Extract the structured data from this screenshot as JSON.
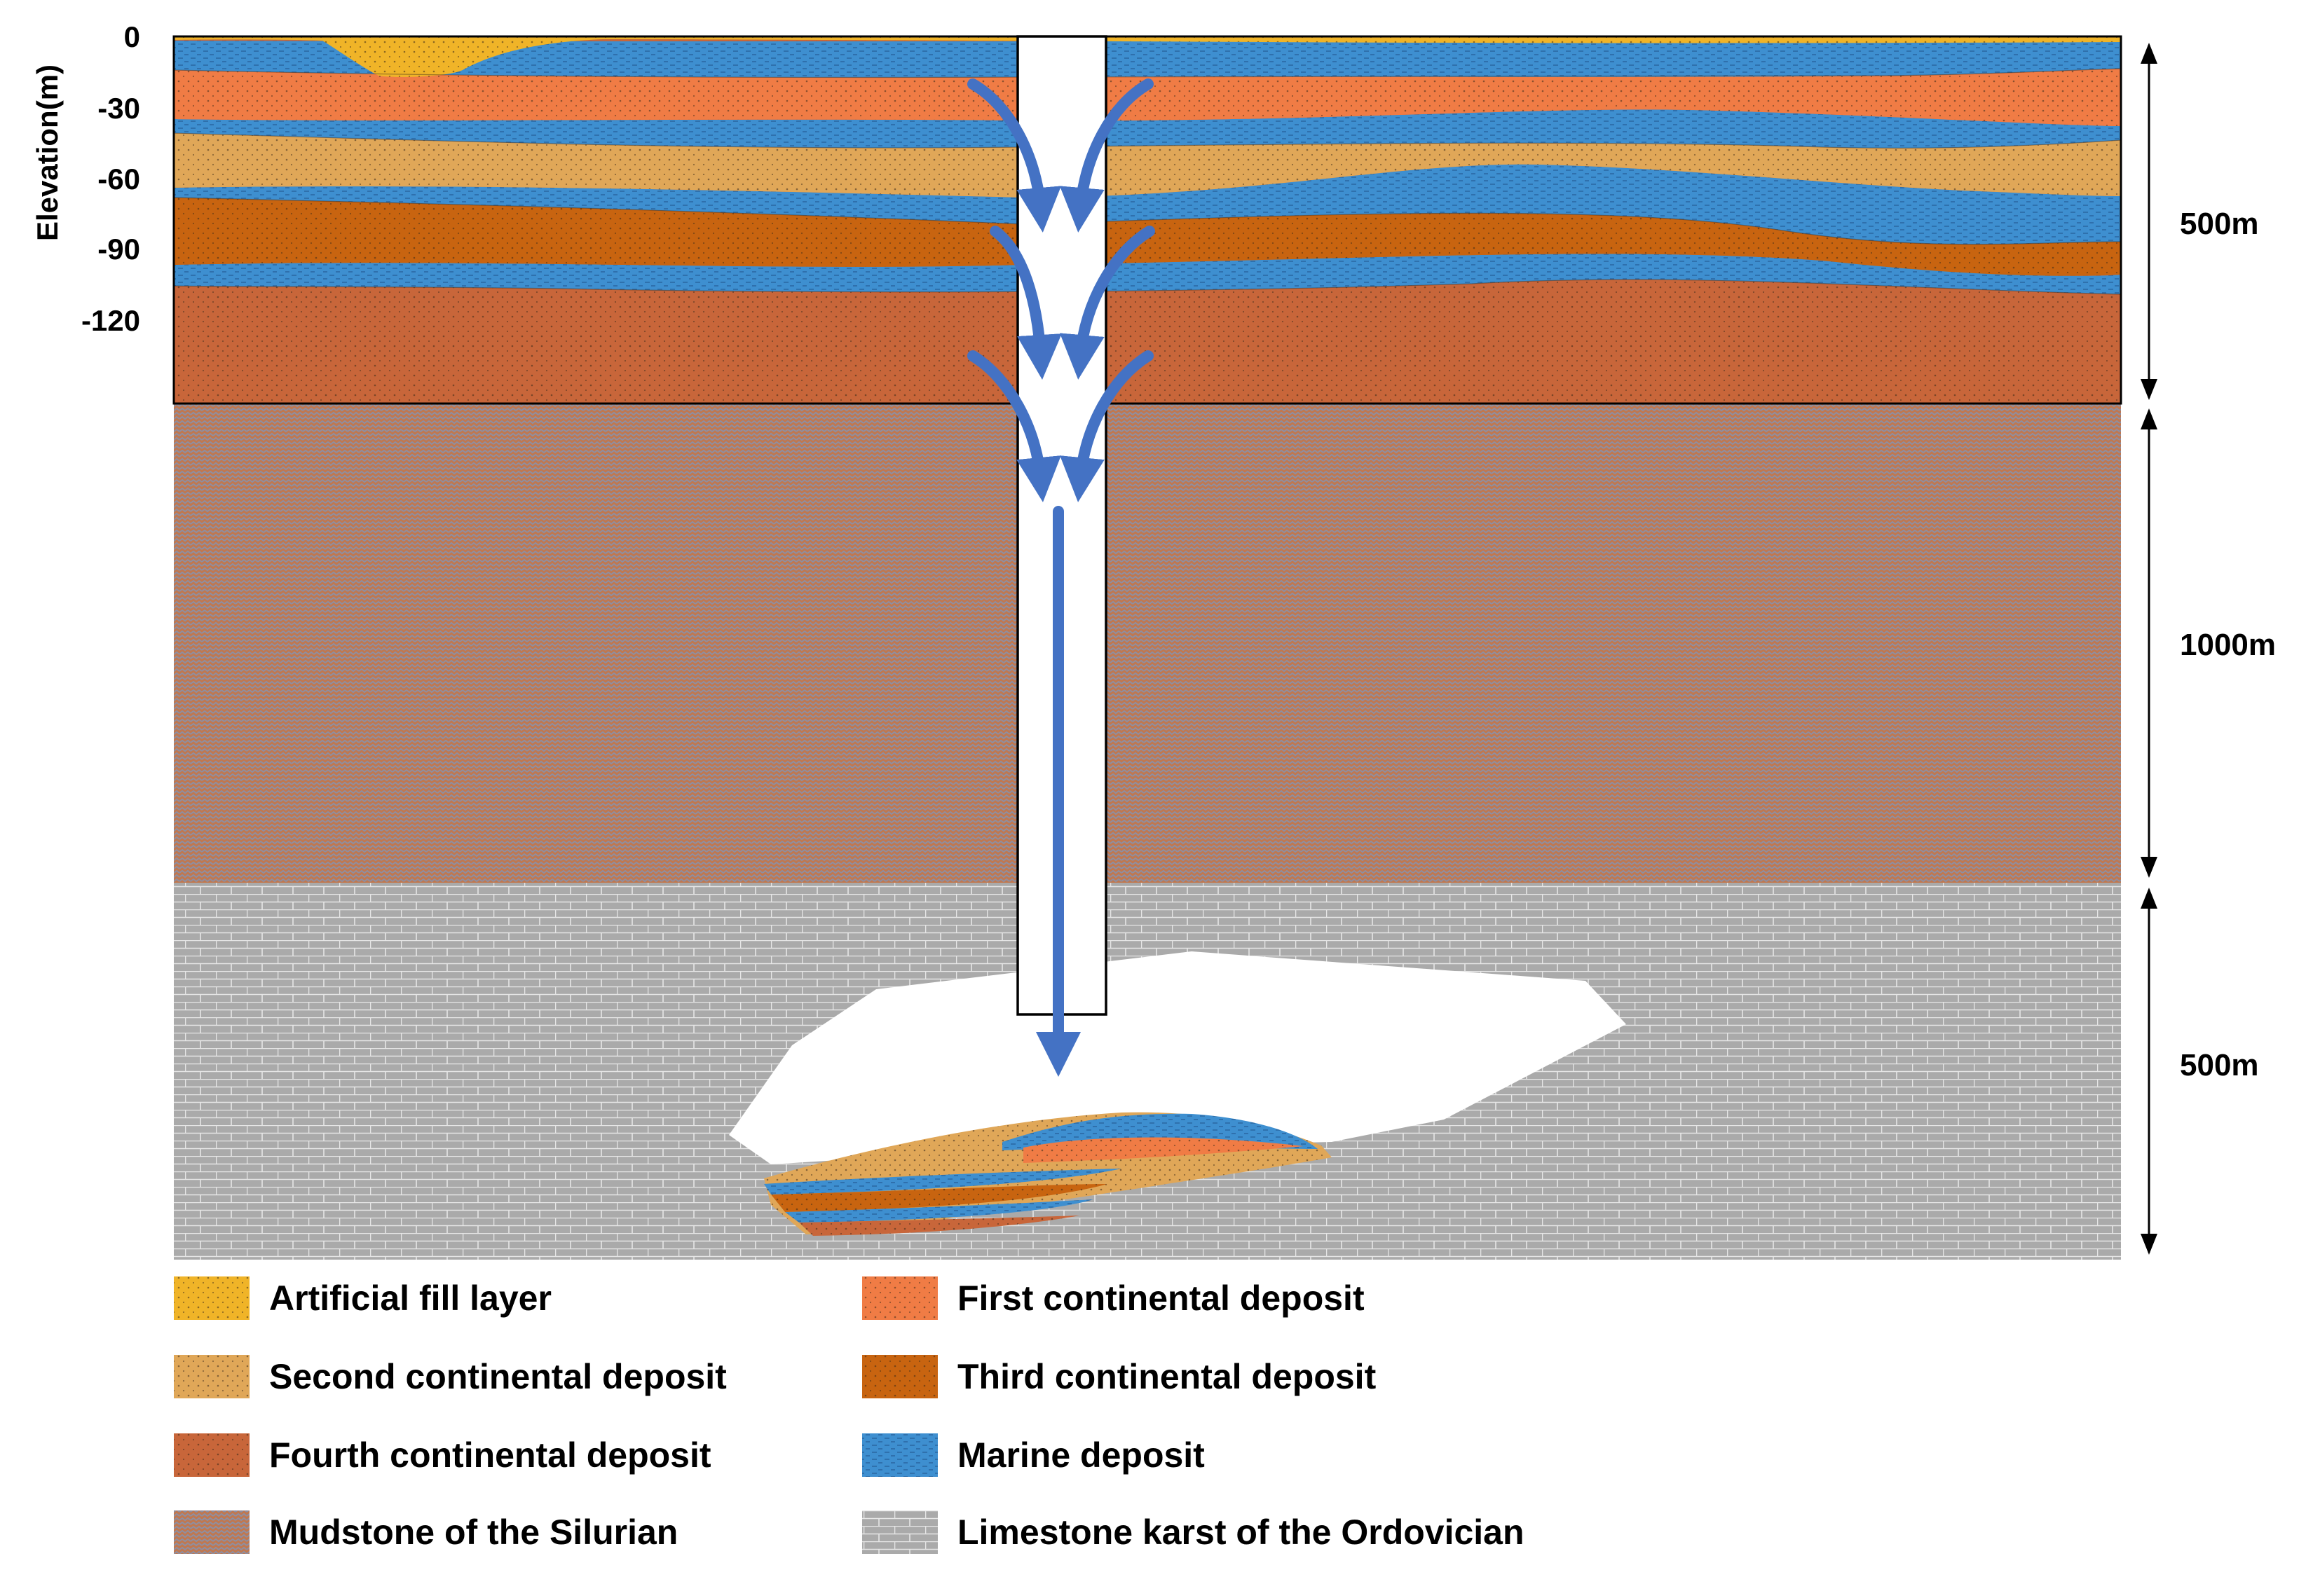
{
  "axis": {
    "title": "Elevation(m)",
    "ticks": [
      "0",
      "-30",
      "-60",
      "-90",
      "-120"
    ]
  },
  "scale": {
    "labels": [
      "500m",
      "1000m",
      "500m"
    ]
  },
  "legend": {
    "items": [
      {
        "label": "Artificial fill layer",
        "fill": "fill-artificial"
      },
      {
        "label": "First continental deposit",
        "fill": "fill-first"
      },
      {
        "label": "Second continental deposit",
        "fill": "fill-second"
      },
      {
        "label": "Third continental deposit",
        "fill": "fill-third"
      },
      {
        "label": "Fourth continental deposit",
        "fill": "fill-fourth"
      },
      {
        "label": "Marine deposit",
        "fill": "fill-marine"
      },
      {
        "label": "Mudstone of the Silurian",
        "fill": "fill-mud"
      },
      {
        "label": "Limestone karst of the Ordovician",
        "fill": "fill-lime"
      }
    ]
  },
  "colors": {
    "artificial_fill": "#F0B428",
    "first_continental": "#F07C45",
    "second_continental": "#E0A758",
    "third_continental": "#C86410",
    "fourth_continental": "#C8663A",
    "marine": "#3E8FD0",
    "mudstone": "#C07850",
    "limestone": "#AAAAAA",
    "flow_arrow": "#4472C4"
  }
}
